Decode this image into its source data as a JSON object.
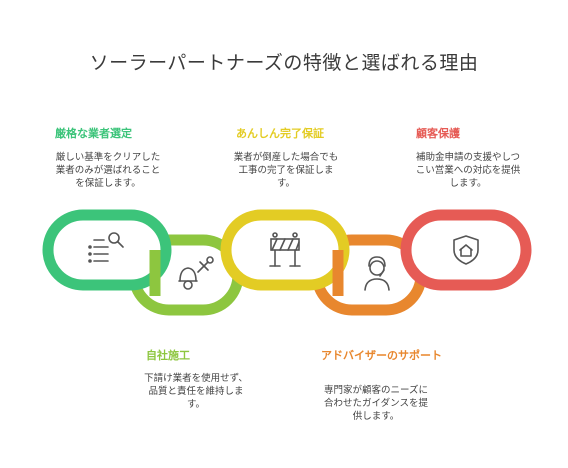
{
  "title": "ソーラーパートナーズの特徴と選ばれる理由",
  "colors": {
    "green": "#3cc47a",
    "lime": "#8dc63f",
    "yellow": "#e3cc24",
    "orange": "#e8872e",
    "red": "#e65b55"
  },
  "features": [
    {
      "heading": "厳格な業者選定",
      "desc_lines": [
        "厳しい基準をクリアした",
        "業者のみが選ばれること",
        "を保証します。"
      ],
      "icon": "checklist-magnifier-icon"
    },
    {
      "heading": "自社施工",
      "desc_lines": [
        "下請け業者を使用せず、",
        "品質と責任を維持しま",
        "す。"
      ],
      "icon": "worker-tools-icon"
    },
    {
      "heading": "あんしん完了保証",
      "desc_lines": [
        "業者が倒産した場合でも",
        "工事の完了を保証しま",
        "す。"
      ],
      "icon": "construction-barrier-icon"
    },
    {
      "heading": "アドバイザーのサポート",
      "desc_lines": [
        "専門家が顧客のニーズに",
        "合わせたガイダンスを提",
        "供します。"
      ],
      "icon": "advisor-headset-icon"
    },
    {
      "heading": "顧客保護",
      "desc_lines": [
        "補助金申請の支援やしつ",
        "こい営業への対応を提供",
        "します。"
      ],
      "icon": "shield-home-icon"
    }
  ]
}
